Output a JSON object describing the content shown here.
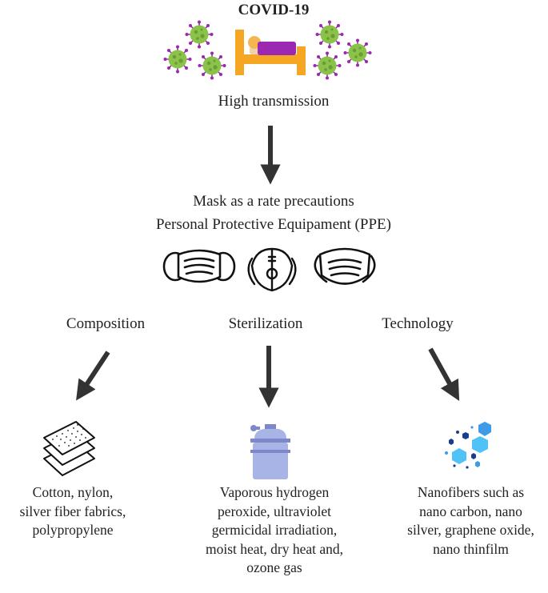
{
  "top": {
    "title": "COVID-19",
    "caption": "High transmission"
  },
  "middle": {
    "line1": "Mask as a rate precautions",
    "line2": "Personal Protective Equipament (PPE)"
  },
  "categories": [
    {
      "label": "Composition",
      "icon": "fabric-layers-icon",
      "lines": [
        "Cotton, nylon,",
        "silver fiber fabrics,",
        "polypropylene"
      ]
    },
    {
      "label": "Sterilization",
      "icon": "sterilizer-tank-icon",
      "lines": [
        "Vaporous hydrogen",
        "peroxide, ultraviolet",
        "germicidal irradiation,",
        "moist heat, dry heat and,",
        "ozone gas"
      ]
    },
    {
      "label": "Technology",
      "icon": "nanoparticles-icon",
      "lines": [
        "Nanofibers such as",
        "nano carbon, nano",
        "silver, graphene oxide,",
        "nano thinfilm"
      ]
    }
  ],
  "colors": {
    "virus": "#8bc34a",
    "virus_spikes": "#9c27b0",
    "bed_frame": "#f5a623",
    "bed_blanket": "#9c27b0",
    "arrow": "#333333",
    "tank": "#a9b4e6",
    "hex_blue": "#3d9be9"
  }
}
